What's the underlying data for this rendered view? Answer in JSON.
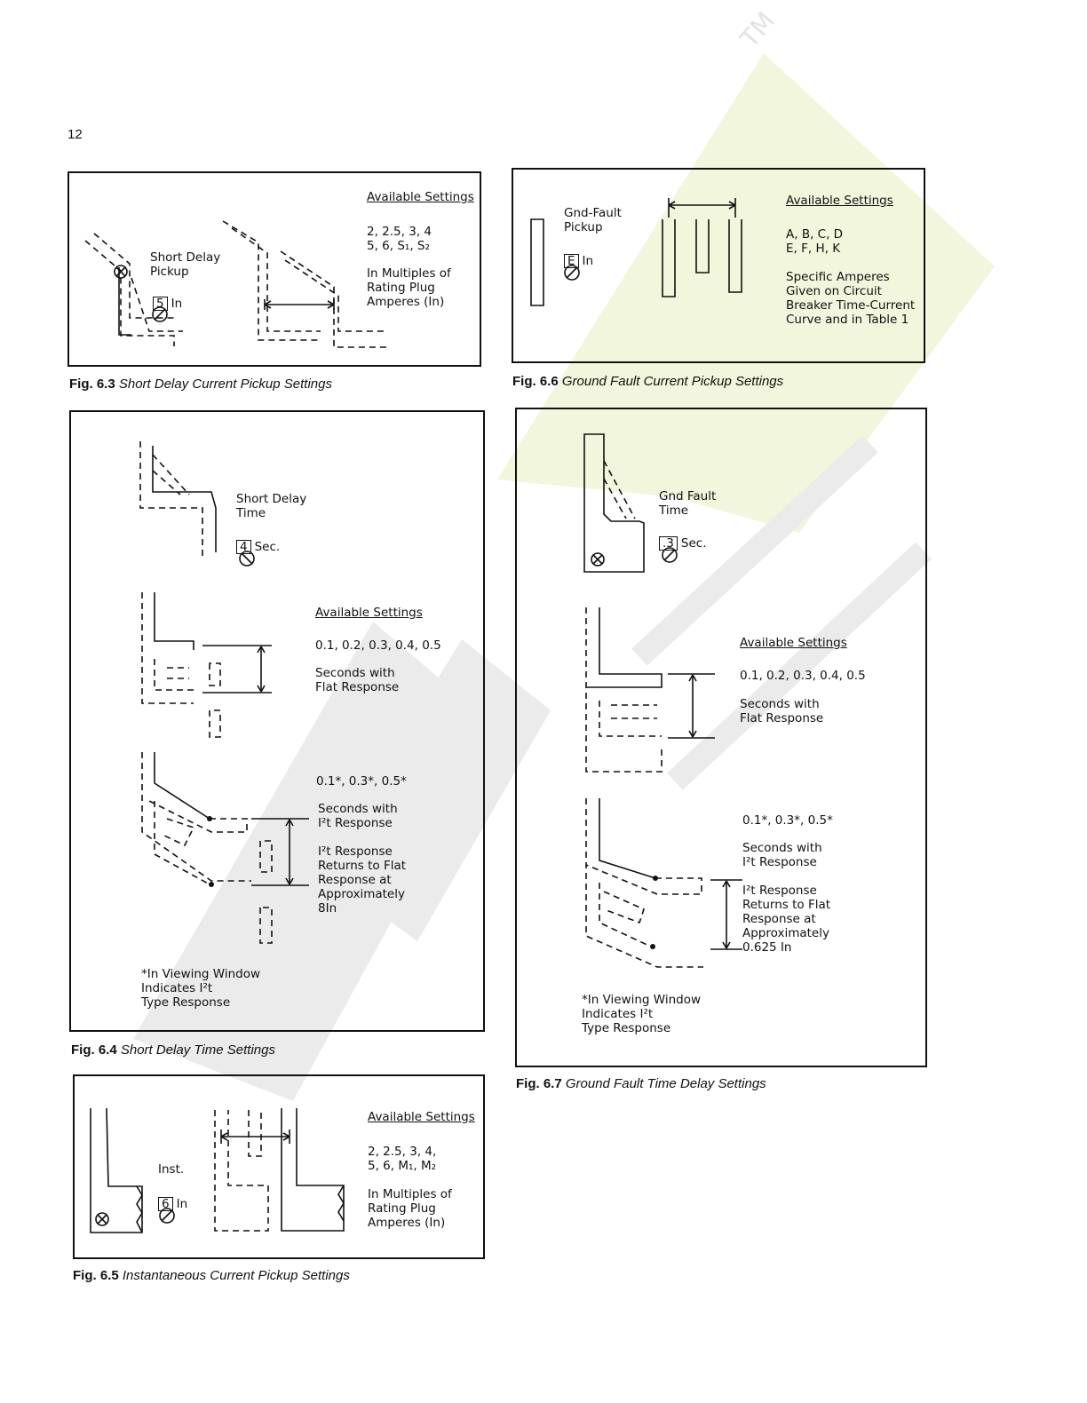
{
  "page_number": "12",
  "watermark": {
    "tm": "TM"
  },
  "fig63": {
    "caption_num": "Fig. 6.3",
    "caption_title": "Short Delay Current Pickup Settings",
    "avail_heading": "Available Settings",
    "settings": "2, 2.5, 3, 4\n5, 6, S₁, S₂",
    "note": "In Multiples of\nRating Plug\nAmperes (In)",
    "label": "Short Delay\nPickup",
    "dial_value": "5",
    "dial_unit": "In"
  },
  "fig64": {
    "caption_num": "Fig. 6.4",
    "caption_title": "Short Delay Time Settings",
    "label": "Short Delay\nTime",
    "dial_value": "4",
    "dial_unit": "Sec.",
    "avail_heading": "Available Settings",
    "flat_settings": "0.1, 0.2, 0.3, 0.4, 0.5",
    "flat_note": "Seconds with\nFlat Response",
    "i2t_settings": "0.1*, 0.3*, 0.5*",
    "i2t_note": "Seconds with\nI²t Response",
    "i2t_return": "I²t Response\nReturns to Flat\nResponse at\nApproximately\n8In",
    "footnote": "*In Viewing Window\n  Indicates I²t\n  Type Response"
  },
  "fig65": {
    "caption_num": "Fig. 6.5",
    "caption_title": "Instantaneous Current Pickup Settings",
    "label": "Inst.",
    "dial_value": "6",
    "dial_unit": "In",
    "avail_heading": "Available Settings",
    "settings": "2, 2.5, 3, 4,\n5, 6, M₁, M₂",
    "note": "In Multiples of\nRating Plug\nAmperes (In)"
  },
  "fig66": {
    "caption_num": "Fig. 6.6",
    "caption_title": "Ground Fault Current Pickup Settings",
    "label": "Gnd-Fault\nPickup",
    "dial_value": "E",
    "dial_unit": "In",
    "avail_heading": "Available Settings",
    "settings": "A, B, C, D\nE, F, H, K",
    "note": "Specific Amperes\nGiven on Circuit\nBreaker Time-Current\nCurve and in Table 1"
  },
  "fig67": {
    "caption_num": "Fig. 6.7",
    "caption_title": "Ground Fault Time Delay Settings",
    "label": "Gnd Fault\nTime",
    "dial_value": ".3",
    "dial_unit": "Sec.",
    "avail_heading": "Available Settings",
    "flat_settings": "0.1, 0.2, 0.3, 0.4, 0.5",
    "flat_note": "Seconds with\nFlat Response",
    "i2t_settings": "0.1*, 0.3*, 0.5*",
    "i2t_note": "Seconds with\nI²t Response",
    "i2t_return": "I²t Response\nReturns to Flat\nResponse at\nApproximately\n0.625 In",
    "footnote": "*In Viewing Window\n  Indicates I²t\n  Type Response"
  }
}
